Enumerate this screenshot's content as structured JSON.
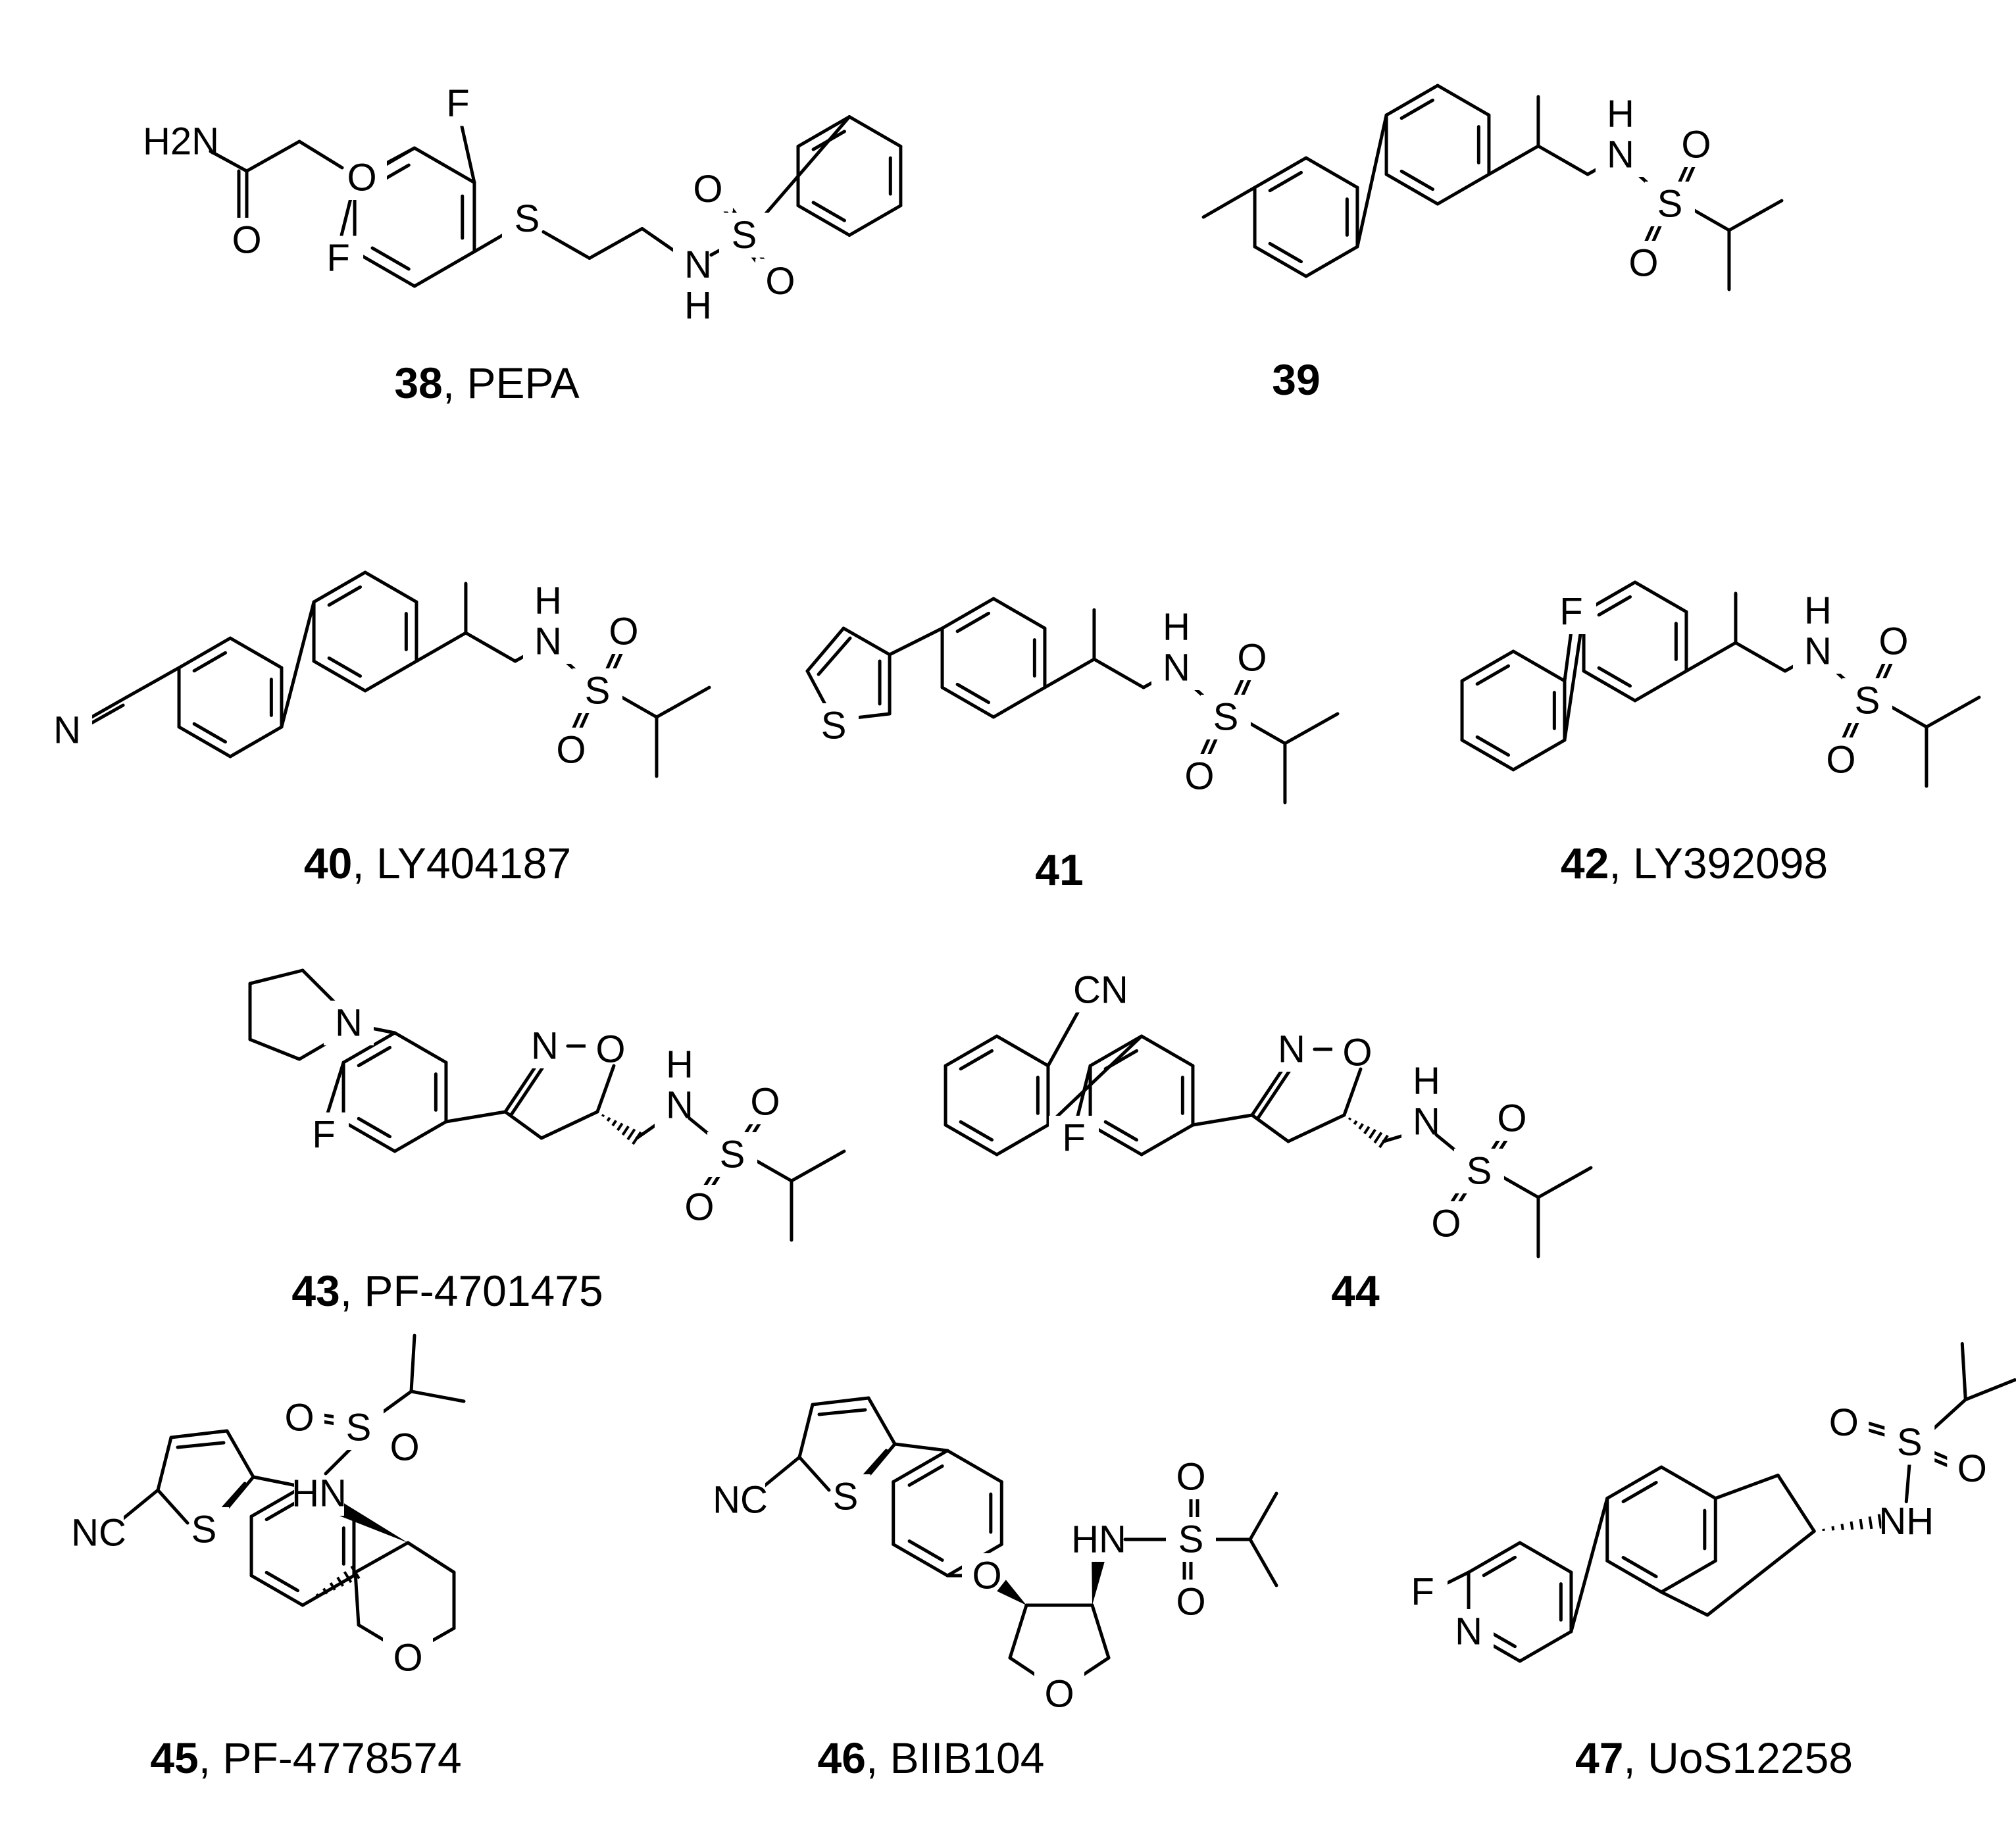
{
  "compounds": [
    {
      "number": "38",
      "name": "PEPA"
    },
    {
      "number": "39",
      "name": ""
    },
    {
      "number": "40",
      "name": "LY404187"
    },
    {
      "number": "41",
      "name": ""
    },
    {
      "number": "42",
      "name": "LY392098"
    },
    {
      "number": "43",
      "name": "PF-4701475"
    },
    {
      "number": "44",
      "name": ""
    },
    {
      "number": "45",
      "name": "PF-4778574"
    },
    {
      "number": "46",
      "name": "BIIB104"
    },
    {
      "number": "47",
      "name": "UoS12258"
    }
  ],
  "atoms": {
    "F": "F",
    "S": "S",
    "O": "O",
    "N": "N",
    "H": "H",
    "NH": "NH",
    "HN": "HN",
    "NC": "NC",
    "CN": "CN",
    "H2N": "H2N"
  },
  "separator": ", "
}
